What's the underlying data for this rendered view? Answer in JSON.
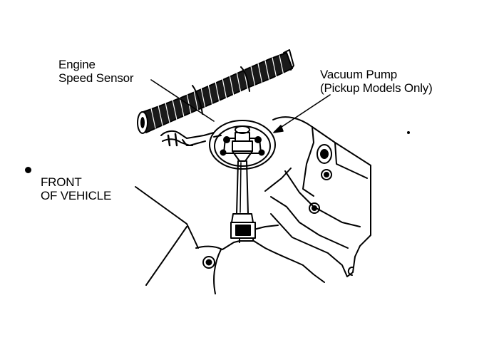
{
  "figure": {
    "labels": {
      "engine_speed_sensor": [
        "Engine",
        "Speed Sensor"
      ],
      "vacuum_pump": [
        "Vacuum Pump",
        "(Pickup Models Only)"
      ],
      "front_of_vehicle": [
        "FRONT",
        "OF VEHICLE"
      ]
    }
  },
  "colors": {
    "ink": "#000000",
    "paper": "#ffffff"
  }
}
